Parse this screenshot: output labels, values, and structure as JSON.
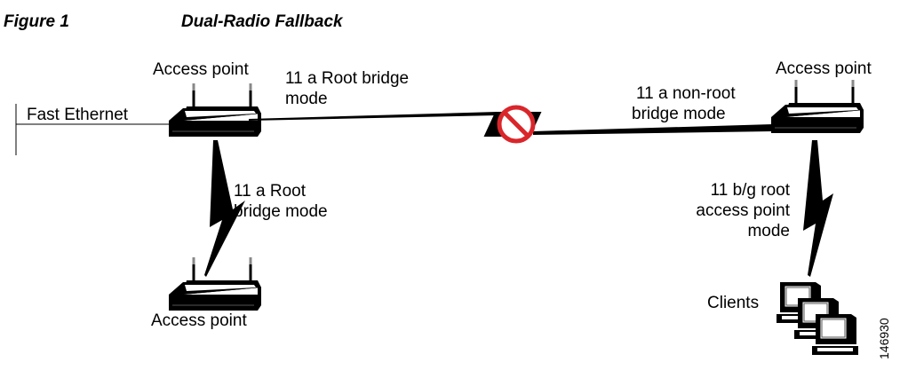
{
  "figure": {
    "number": "Figure 1",
    "title": "Dual-Radio Fallback",
    "id": "146930"
  },
  "labels": {
    "ap_left_top": "Access point",
    "ap_right_top": "Access point",
    "ap_bottom": "Access point",
    "fast_ethernet": "Fast Ethernet",
    "root_bridge_top": [
      "11 a Root bridge",
      "mode"
    ],
    "non_root": [
      "11 a non-root",
      "bridge mode"
    ],
    "root_bridge_wireless": [
      "11 a Root",
      "bridge mode"
    ],
    "bg_root": [
      "11 b/g root",
      "access point",
      "mode"
    ],
    "clients": "Clients"
  },
  "icons": {
    "access_point": "access-point-icon",
    "clients": "workstation-icon",
    "broken_link": "prohibited-icon",
    "wireless": "lightning-bolt-icon"
  },
  "colors": {
    "prohibited": "#d9262b",
    "line": "#000000"
  }
}
